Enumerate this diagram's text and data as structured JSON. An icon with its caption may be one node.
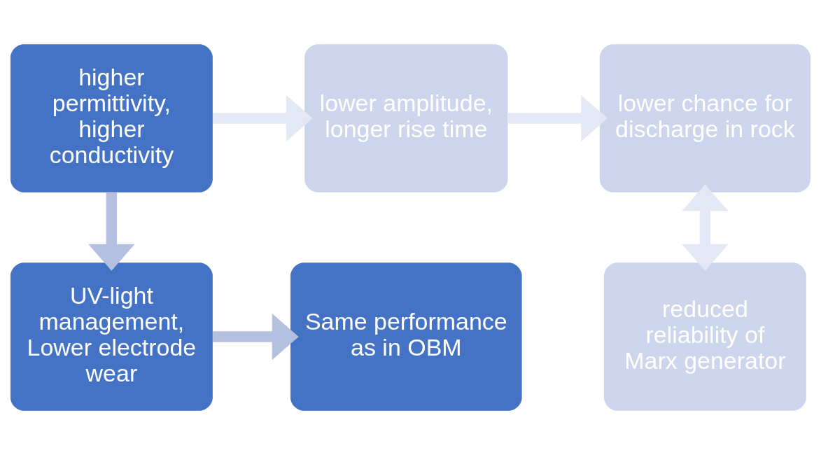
{
  "diagram": {
    "nodes": [
      {
        "text": [
          "higher permittivity,",
          "higher conductivity"
        ]
      },
      {
        "text": [
          "lower amplitude,",
          "longer rise time"
        ]
      },
      {
        "text": [
          "lower chance for discharge in rock"
        ]
      },
      {
        "text": [
          "UV-light management,",
          "Lower electrode wear"
        ]
      },
      {
        "text": [
          "Same performance as in OBM"
        ]
      },
      {
        "text": [
          "reduced reliability of Marx generator"
        ]
      }
    ],
    "edges": [
      {
        "from": 0,
        "to": 1,
        "arrow": "to"
      },
      {
        "from": 1,
        "to": 2,
        "arrow": "to"
      },
      {
        "from": 0,
        "to": 3,
        "arrow": "to",
        "color": "#b4c0e0"
      },
      {
        "from": 3,
        "to": 4,
        "arrow": "to",
        "color": "#b4c0e0"
      },
      {
        "from": 2,
        "to": 5,
        "arrow": "both"
      }
    ]
  }
}
